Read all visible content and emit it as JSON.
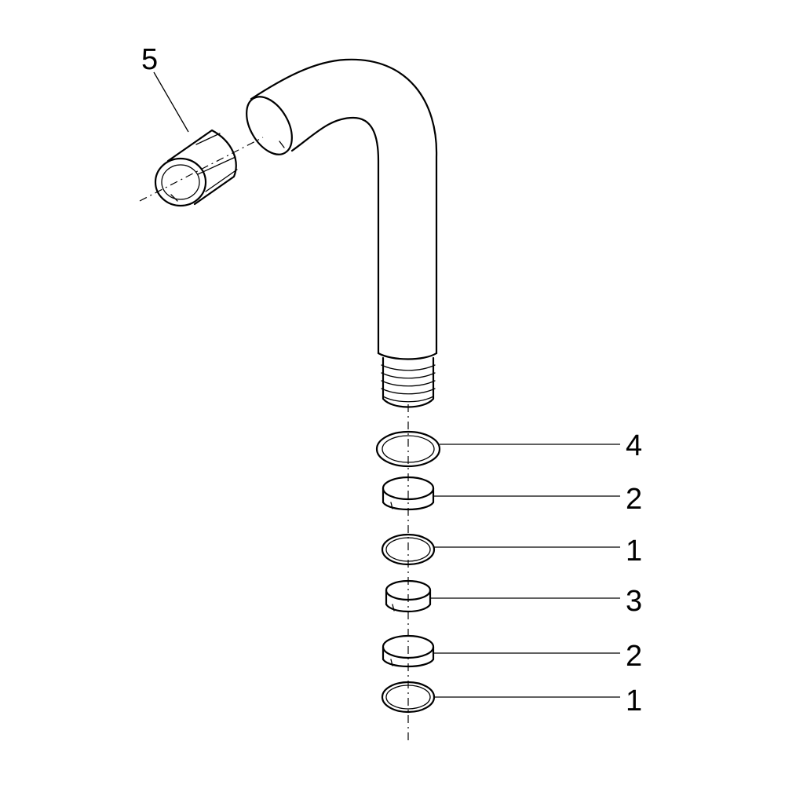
{
  "diagram": {
    "colors": {
      "line": "#000000",
      "background": "#ffffff"
    },
    "parts": [
      {
        "id": "seal-ring-1-upper",
        "callout": "1"
      },
      {
        "id": "clamp-ring-2-upper",
        "callout": "2"
      },
      {
        "id": "sleeve-3",
        "callout": "3"
      },
      {
        "id": "washer-4",
        "callout": "4"
      },
      {
        "id": "adapter-5",
        "callout": "5"
      },
      {
        "id": "clamp-ring-2-lower",
        "callout": "2"
      },
      {
        "id": "seal-ring-1-lower",
        "callout": "1"
      }
    ],
    "callouts": {
      "c5": "5",
      "c4": "4",
      "c2a": "2",
      "c1a": "1",
      "c3": "3",
      "c2b": "2",
      "c1b": "1"
    }
  }
}
